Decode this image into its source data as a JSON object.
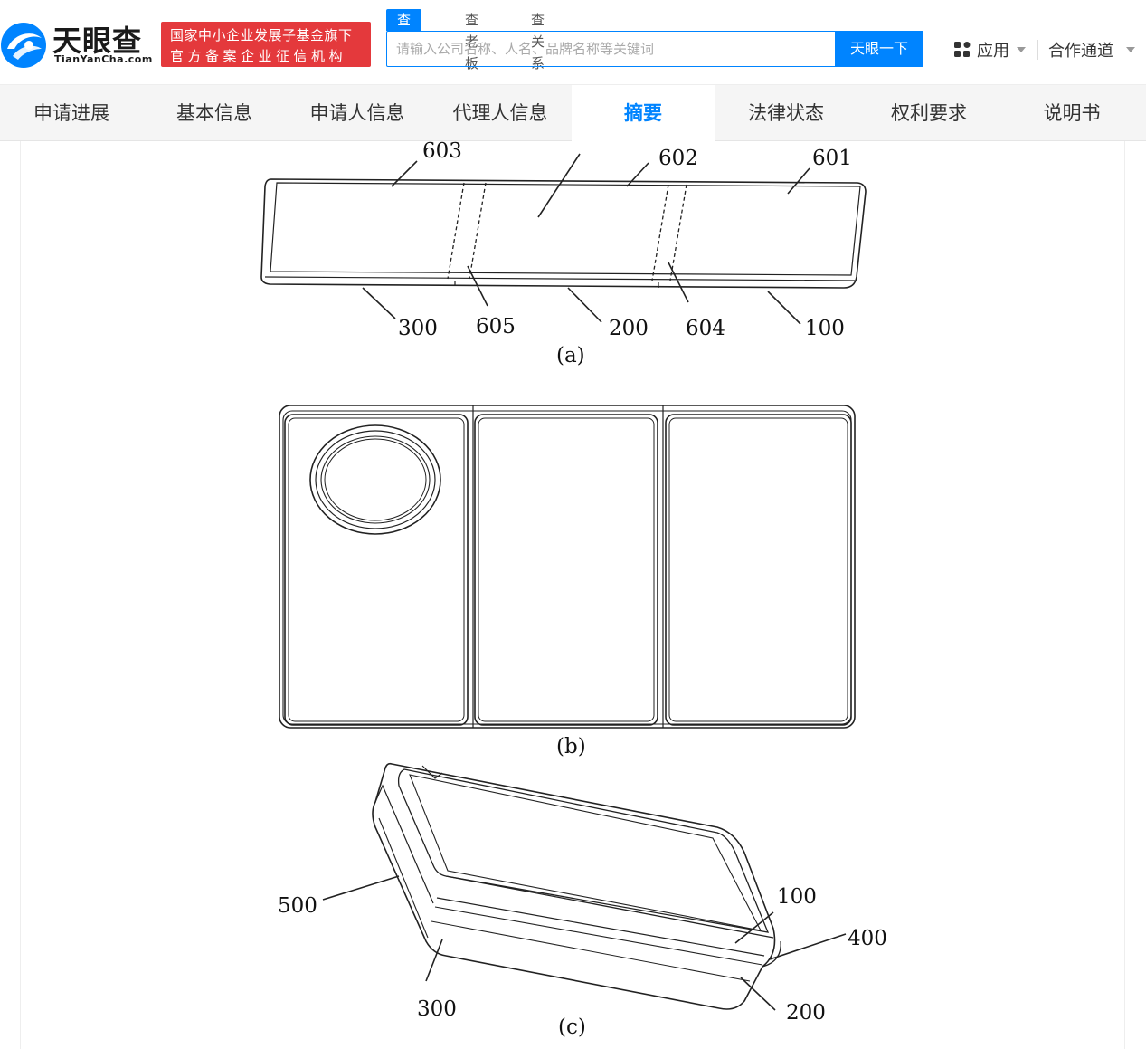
{
  "header": {
    "logo_cn": "天眼查",
    "logo_en": "TianYanCha.com",
    "badge_line1": "国家中小企业发展子基金旗下",
    "badge_line2": "官方备案企业征信机构",
    "search_tabs": [
      "查公司",
      "查老板",
      "查关系"
    ],
    "search_placeholder": "请输入公司名称、人名、品牌名称等关键词",
    "search_button": "天眼一下",
    "apps_label": "应用",
    "partner_label": "合作通道"
  },
  "nav": {
    "items": [
      "申请进展",
      "基本信息",
      "申请人信息",
      "代理人信息",
      "摘要",
      "法律状态",
      "权利要求",
      "说明书"
    ],
    "active": "摘要"
  },
  "figure": {
    "a": {
      "caption": "(a)",
      "labels": [
        "603",
        "602",
        "601",
        "300",
        "605",
        "200",
        "604",
        "100"
      ]
    },
    "b": {
      "caption": "(b)"
    },
    "c": {
      "caption": "(c)",
      "labels": [
        "500",
        "100",
        "400",
        "300",
        "200"
      ]
    }
  }
}
